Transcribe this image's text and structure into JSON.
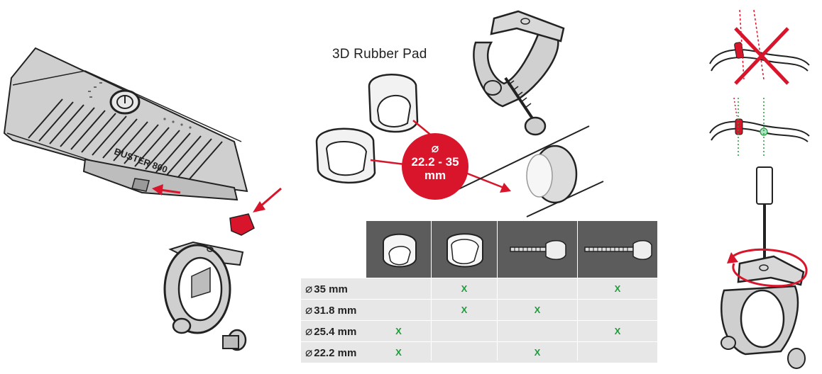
{
  "caption": "3D Rubber Pad",
  "badge": {
    "symbol": "⌀",
    "range": "22.2 - 35",
    "unit": "mm"
  },
  "light_label": "BUSTER 800",
  "table": {
    "columns": [
      "small rubber pad",
      "large rubber pad",
      "short screw",
      "long screw"
    ],
    "rows": [
      {
        "label": "35 mm",
        "marks": [
          "",
          "X",
          "",
          "X"
        ]
      },
      {
        "label": "31.8 mm",
        "marks": [
          "",
          "X",
          "X",
          ""
        ]
      },
      {
        "label": "25.4 mm",
        "marks": [
          "X",
          "",
          "",
          "X"
        ]
      },
      {
        "label": "22.2 mm",
        "marks": [
          "X",
          "",
          "X",
          ""
        ]
      }
    ],
    "diameter_symbol": "⌀"
  },
  "colors": {
    "accent": "#d8152b",
    "check": "#1f9c3a",
    "header": "#5c5c5c",
    "row": "#e7e7e7"
  }
}
